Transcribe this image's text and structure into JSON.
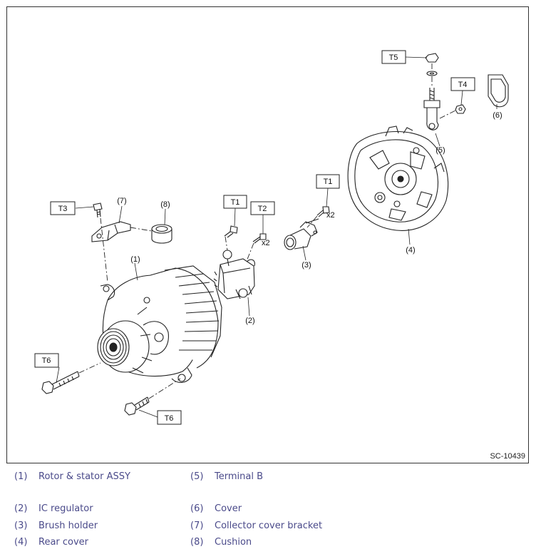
{
  "diagram": {
    "code": "SC-10439",
    "torque_tags": [
      "T1",
      "T1",
      "T2",
      "T3",
      "T4",
      "T5",
      "T6",
      "T6"
    ],
    "multipliers": [
      "x2",
      "x2"
    ],
    "callouts": [
      "(1)",
      "(2)",
      "(3)",
      "(4)",
      "(5)",
      "(6)",
      "(7)",
      "(8)"
    ]
  },
  "legend": [
    {
      "num": "(1)",
      "text": "Rotor & stator ASSY"
    },
    {
      "num": "(5)",
      "text": "Terminal B"
    },
    {
      "num": "(2)",
      "text": "IC regulator"
    },
    {
      "num": "(6)",
      "text": "Cover"
    },
    {
      "num": "(3)",
      "text": "Brush holder"
    },
    {
      "num": "(7)",
      "text": "Collector cover bracket"
    },
    {
      "num": "(4)",
      "text": "Rear cover"
    },
    {
      "num": "(8)",
      "text": "Cushion"
    }
  ]
}
